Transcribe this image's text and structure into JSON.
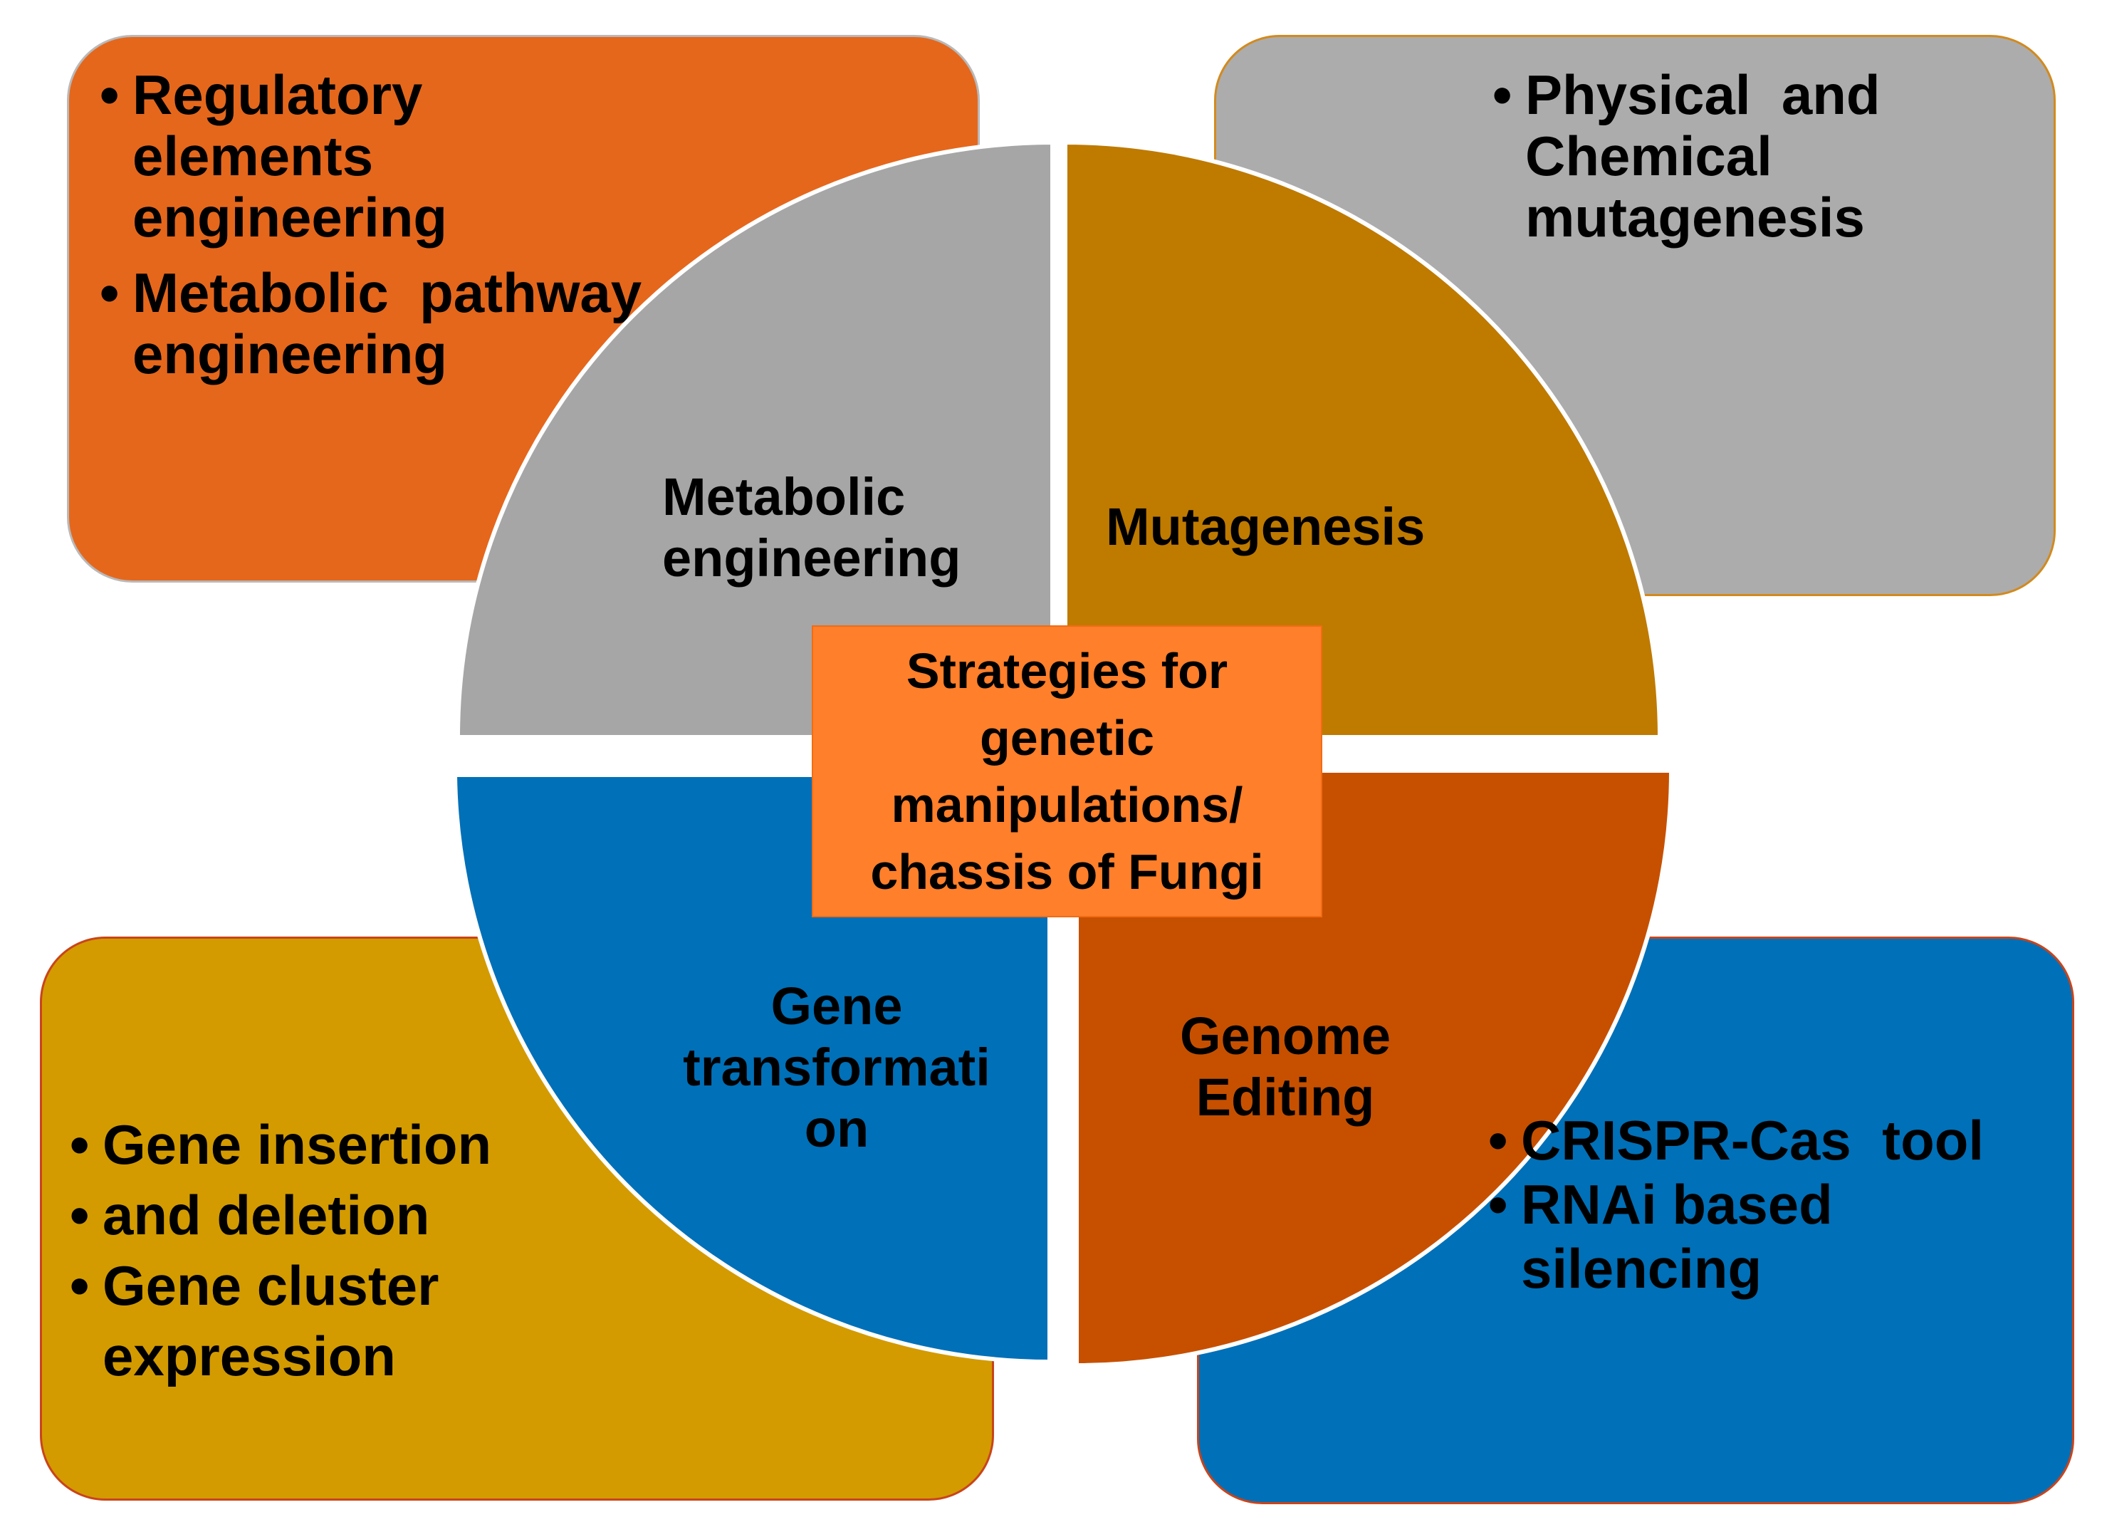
{
  "colors": {
    "top_left_box": "#E5671C",
    "top_right_box": "#ACACAC",
    "bottom_left_box": "#D39B00",
    "bottom_right_box": "#0070B8",
    "quadrant_metabolic": "#A6A6A6",
    "quadrant_mutagenesis": "#BF7A00",
    "quadrant_gene": "#0070B8",
    "quadrant_genome": "#C65000",
    "center_box": "#FF7F2A"
  },
  "center": {
    "text": "Strategies for\ngenetic\nmanipulations/\nchassis of Fungi"
  },
  "quadrants": {
    "metabolic": {
      "line1": "Metabolic",
      "line2": "engineering"
    },
    "mutagenesis": {
      "line1": "Mutagenesis"
    },
    "gene": {
      "line1": "Gene",
      "line2": "transformati",
      "line3": "on"
    },
    "genome": {
      "line1": "Genome",
      "line2": "Editing"
    }
  },
  "boxes": {
    "top_left": {
      "items": [
        {
          "line1": "Regulatory",
          "line2": "elements",
          "line3": "engineering"
        },
        {
          "line1": "Metabolic  pathway",
          "line2": "engineering"
        }
      ]
    },
    "top_right": {
      "items": [
        {
          "line1": "Physical  and",
          "line2": "Chemical",
          "line3": "mutagenesis"
        }
      ]
    },
    "bottom_left": {
      "items": [
        {
          "line1": "Gene insertion"
        },
        {
          "line1": "and deletion"
        },
        {
          "line1": "Gene cluster",
          "line2": "expression"
        }
      ]
    },
    "bottom_right": {
      "items": [
        {
          "line1": "CRISPR-Cas  tool"
        },
        {
          "line1": "RNAi based",
          "line2": "silencing"
        }
      ]
    }
  }
}
